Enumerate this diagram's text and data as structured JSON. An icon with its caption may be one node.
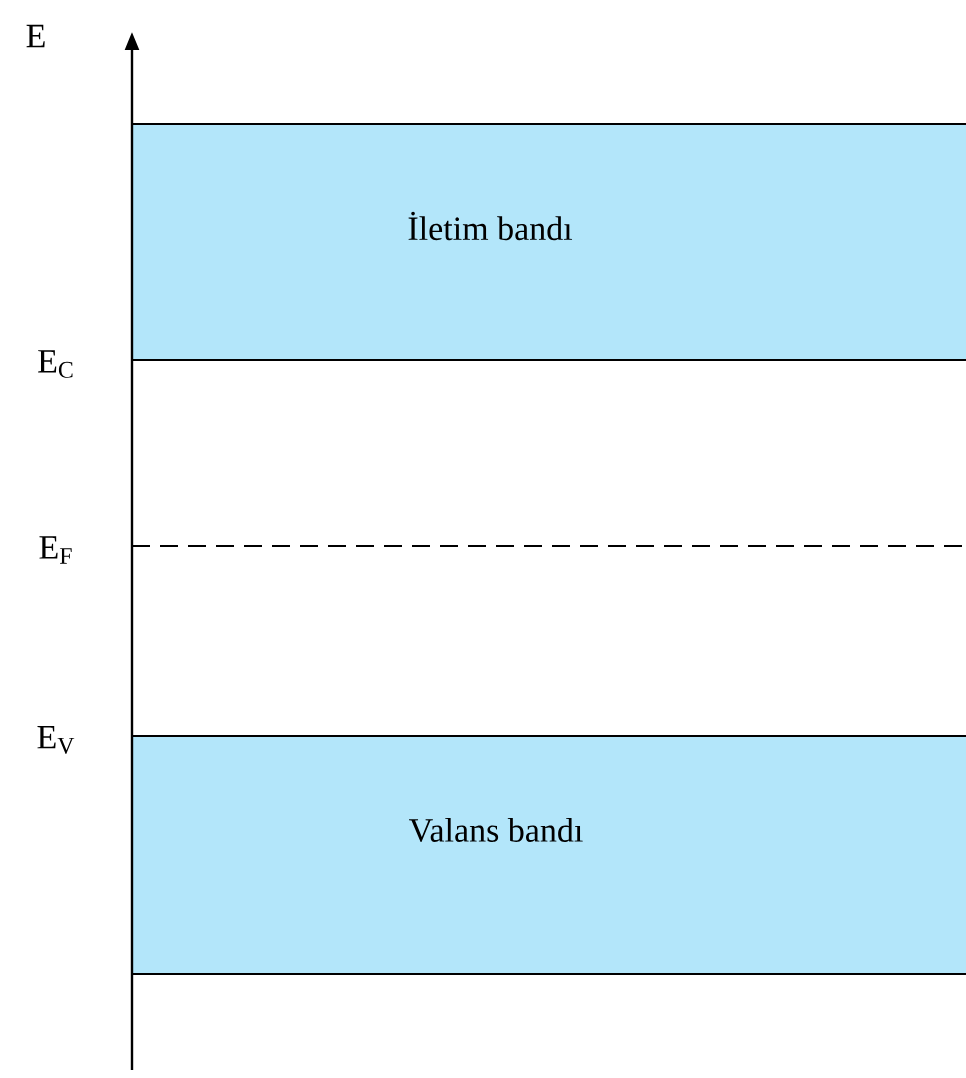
{
  "diagram": {
    "nodes": [
      {
        "text": [
          "İletim bandı"
        ]
      },
      {
        "text": [
          "Valans bandı"
        ]
      }
    ],
    "labels": [
      "E",
      "E$_{C}$",
      "E$_{F}$",
      "E$_{V}$"
    ]
  }
}
